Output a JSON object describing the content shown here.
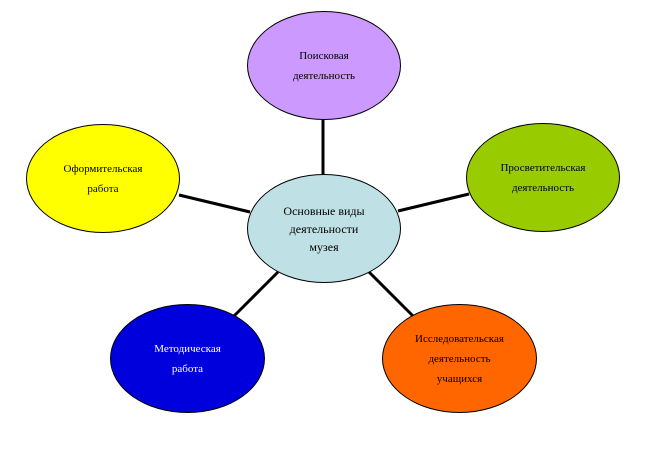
{
  "diagram": {
    "center": {
      "label": "Основные виды\nдеятельности\nмузея",
      "color": "#bfe1e5"
    },
    "nodes": {
      "top": {
        "label": "Поисковая\nдеятельность",
        "color": "#cc99ff",
        "text_color": "#000000"
      },
      "right": {
        "label": "Просветительская\nдеятельность",
        "color": "#99cc00",
        "text_color": "#000000"
      },
      "left": {
        "label": "Оформительская\nработа",
        "color": "#ffff00",
        "text_color": "#000000"
      },
      "bottom_left": {
        "label": "Методическая\nработа",
        "color": "#0000dd",
        "text_color": "#ffffff"
      },
      "bottom_right": {
        "label": "Исследовательская\nдеятельность\nучащихся",
        "color": "#ff6600",
        "text_color": "#000000"
      }
    },
    "connector_color": "#000000"
  }
}
